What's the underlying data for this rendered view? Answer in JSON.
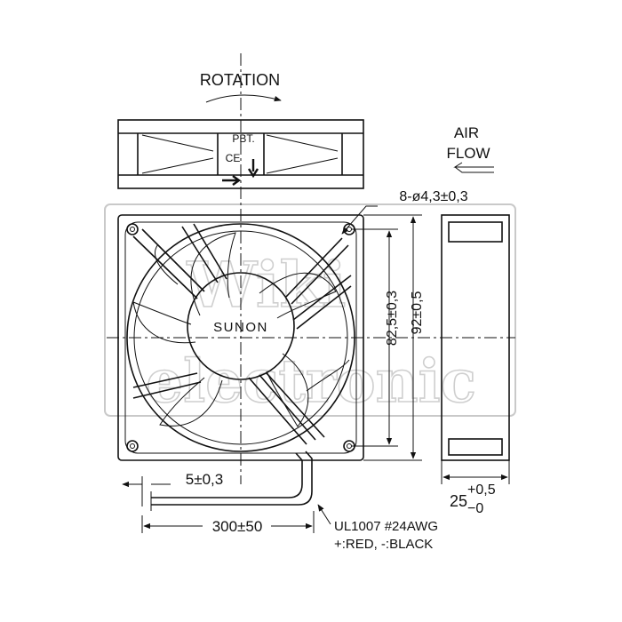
{
  "labels": {
    "rotation": "ROTATION",
    "air_flow_1": "AIR",
    "air_flow_2": "FLOW",
    "pbt": "PBT.",
    "ce": "CE",
    "brand": "SUNON",
    "holes": "8-ø4,3±0,3",
    "hole_spacing": "82,5±0,3",
    "frame_size": "92±0,5",
    "lead_strip": "5±0,3",
    "lead_length": "300±50",
    "depth_base": "25",
    "depth_plus": "+0,5",
    "depth_minus": "−0",
    "wire_spec": "UL1007 #24AWG",
    "wire_colors": "+:RED, -:BLACK"
  },
  "watermark": {
    "line1": "Wiki",
    "line2": "electronic"
  }
}
